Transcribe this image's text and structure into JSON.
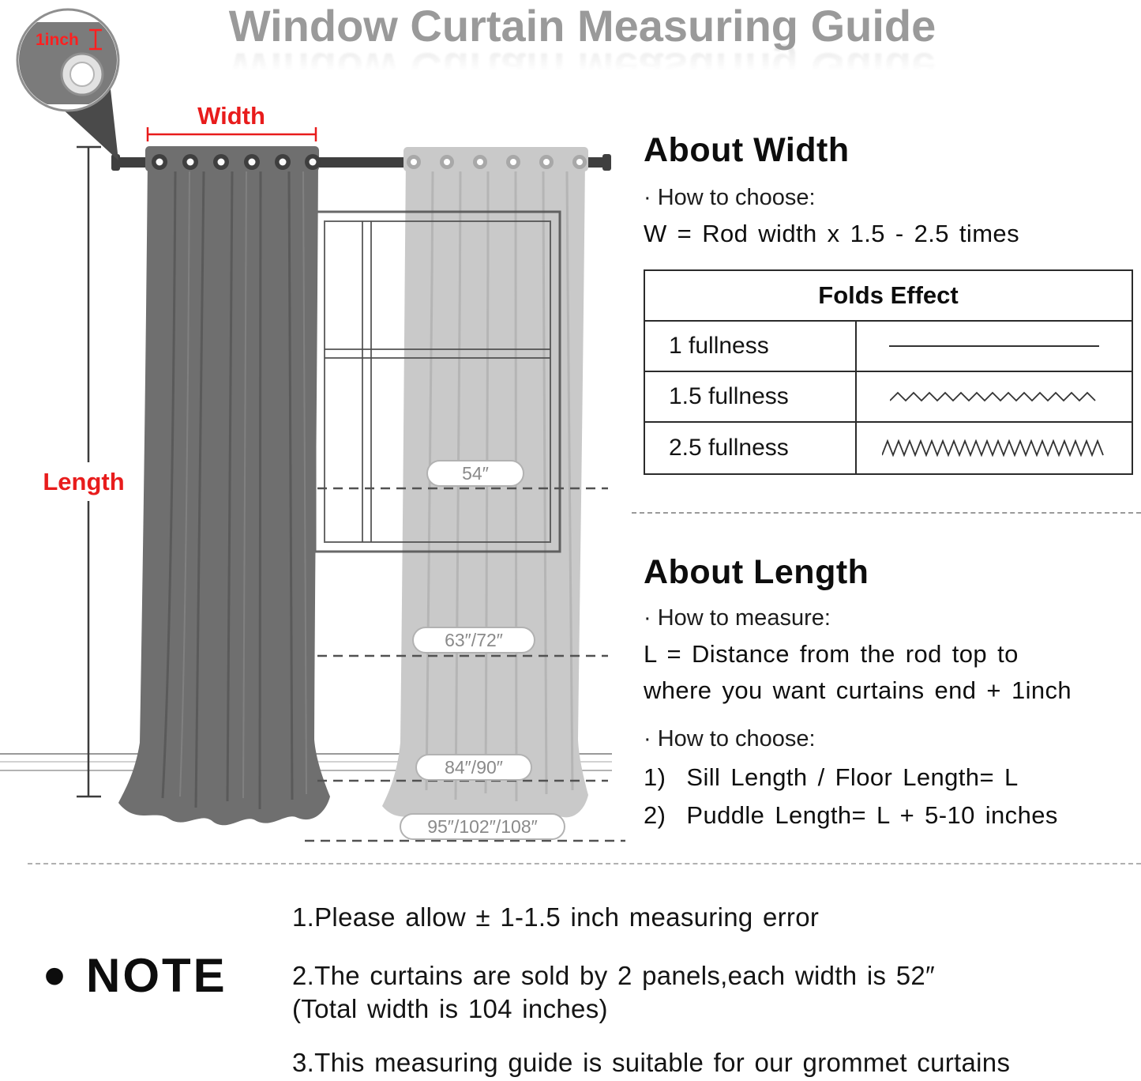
{
  "title": "Window Curtain Measuring Guide",
  "diagram": {
    "magnifier_label": "1inch",
    "width_label": "Width",
    "length_label": "Length",
    "size_markers": [
      "54″",
      "63″/72″",
      "84″/90″",
      "95″/102″/108″"
    ]
  },
  "about_width": {
    "heading": "About Width",
    "choose_label": "· How to choose:",
    "formula": "W = Rod width x 1.5 - 2.5 times",
    "folds_table": {
      "header": "Folds Effect",
      "rows": [
        {
          "label": "1 fullness",
          "wave": "straight"
        },
        {
          "label": "1.5 fullness",
          "wave": "small-zigzag"
        },
        {
          "label": "2.5 fullness",
          "wave": "dense-zigzag"
        }
      ]
    }
  },
  "about_length": {
    "heading": "About Length",
    "measure_label": "· How to measure:",
    "formula_line1": "L = Distance from the rod top to",
    "formula_line2": "where you want curtains end + 1inch",
    "choose_label": "· How to choose:",
    "choice1": "1)  Sill Length / Floor Length= L",
    "choice2": "2)  Puddle Length= L + 5-10 inches"
  },
  "note": {
    "bullet": "•",
    "heading": "NOTE",
    "item1": "1.Please allow ± 1-1.5 inch measuring error",
    "item2_line1": "2.The curtains are sold by 2 panels,each width is 52″",
    "item2_line2": "(Total width is 104 inches)",
    "item3": "3.This measuring guide is suitable for our grommet curtains"
  }
}
